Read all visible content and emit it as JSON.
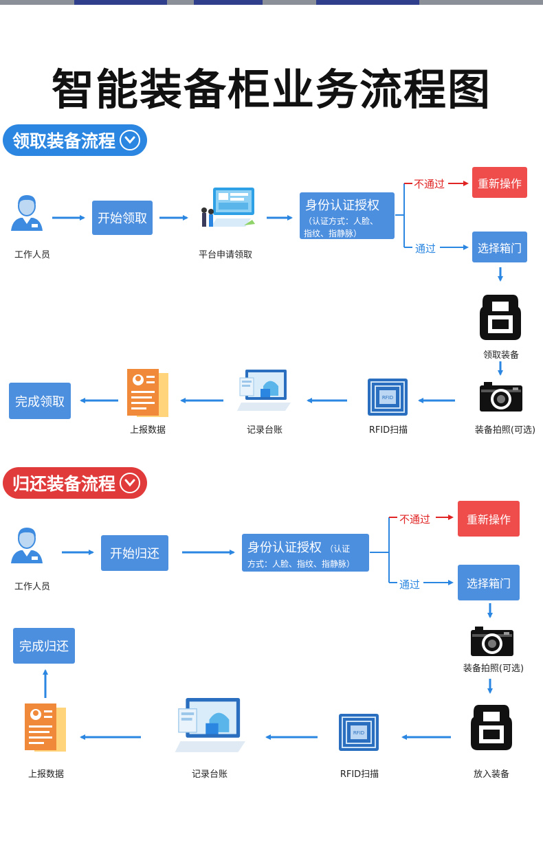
{
  "title": "智能装备柜业务流程图",
  "colors": {
    "accent_blue": "#2a86e0",
    "box_blue": "#4d8fdf",
    "red": "#e03a3a",
    "fail_box": "#ef4c4c"
  },
  "collect": {
    "header": "领取装备流程",
    "worker_label": "工作人员",
    "start": "开始领取",
    "platform_label": "平台申请领取",
    "auth_title": "身份认证授权",
    "auth_detail_1": "（认证方式：人脸、",
    "auth_detail_2": "指纹、指静脉）",
    "fail_text": "不通过",
    "fail_action": "重新操作",
    "pass_text": "通过",
    "pass_action": "选择箱门",
    "take_label": "领取装备",
    "photo_label": "装备拍照(可选)",
    "rfid_label": "RFID扫描",
    "record_label": "记录台账",
    "report_label": "上报数据",
    "finish": "完成领取"
  },
  "return": {
    "header": "归还装备流程",
    "worker_label": "工作人员",
    "start": "开始归还",
    "auth_title": "身份认证授权",
    "auth_small": "（认证",
    "auth_detail": "方式：人脸、指纹、指静脉）",
    "fail_text": "不通过",
    "fail_action": "重新操作",
    "pass_text": "通过",
    "pass_action": "选择箱门",
    "photo_label": "装备拍照(可选)",
    "put_label": "放入装备",
    "rfid_label": "RFID扫描",
    "record_label": "记录台账",
    "report_label": "上报数据",
    "finish": "完成归还"
  },
  "icons": [
    "worker-icon",
    "platform-apply-icon",
    "cabinet-icon",
    "camera-icon",
    "rfid-tag-icon",
    "monitor-ledger-icon",
    "report-document-icon",
    "chevron-down-icon"
  ],
  "rfid_chip_text": "RFID"
}
